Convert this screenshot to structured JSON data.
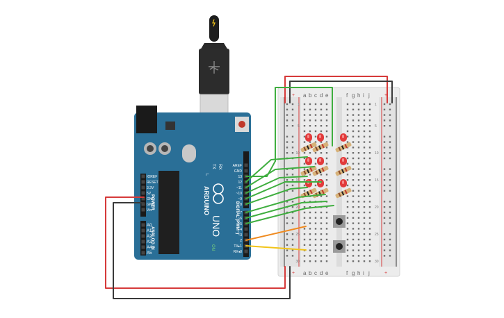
{
  "arduino": {
    "brand": "ARDUINO",
    "model": "UNO",
    "on_label": "ON",
    "power_section": "POWER",
    "analog_section": "ANALOG IN",
    "digital_section": "DIGITAL (PWM~)",
    "power_pins": [
      "IOREF",
      "RESET",
      "3.3V",
      "5V",
      "GND",
      "GND",
      "Vin"
    ],
    "analog_pins": [
      "A0",
      "A1",
      "A2",
      "A3",
      "A4",
      "A5"
    ],
    "top_pins": [
      "AREF",
      "GND",
      "13",
      "12",
      "~11",
      "~10",
      "~9",
      "8"
    ],
    "lower_pins": [
      "7",
      "~6",
      "~5",
      "4",
      "~3",
      "2",
      "TX▸1",
      "RX◂0"
    ],
    "led_labels": [
      "L",
      "TX",
      "RX"
    ]
  },
  "breadboard": {
    "cols_left": [
      "a",
      "b",
      "c",
      "d",
      "e"
    ],
    "cols_right": [
      "f",
      "g",
      "h",
      "i",
      "j"
    ],
    "row_numbers": [
      "1",
      "5",
      "10",
      "15",
      "20",
      "25",
      "30"
    ],
    "rail_plus": "+",
    "rail_minus": "-"
  },
  "colors": {
    "board": "#2a6f97",
    "wire_red": "#d63a3a",
    "wire_black": "#3a3a3a",
    "wire_green": "#3fae3f",
    "wire_orange": "#ef8a1f",
    "wire_yellow": "#f2c418",
    "led_red": "#e23b3b"
  }
}
